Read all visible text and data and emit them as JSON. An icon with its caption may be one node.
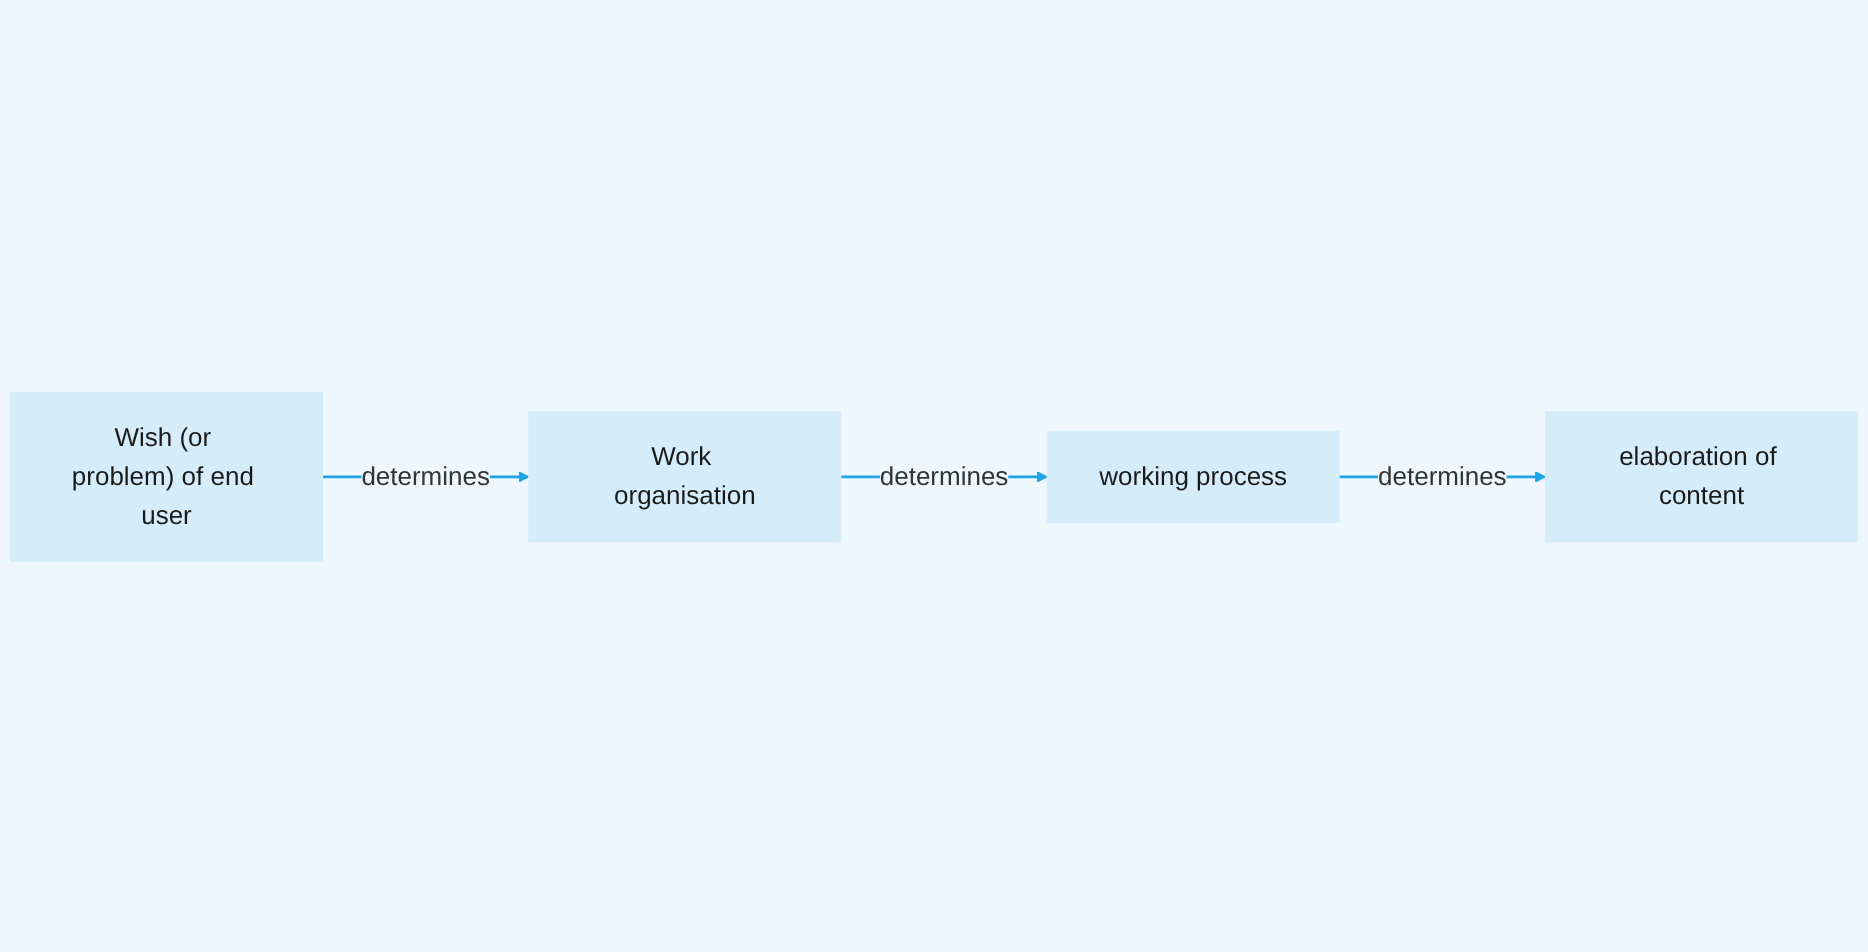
{
  "diagram": {
    "nodes": [
      {
        "text": [
          "Wish (or problem) of end user"
        ]
      },
      {
        "text": [
          "Work organisation"
        ]
      },
      {
        "text": [
          "working process"
        ]
      },
      {
        "text": [
          "elaboration of content"
        ]
      }
    ],
    "edges": [
      {
        "from": 0,
        "to": 1,
        "arrow": "to",
        "label": "determines"
      },
      {
        "from": 1,
        "to": 2,
        "arrow": "to",
        "label": "determines"
      },
      {
        "from": 2,
        "to": 3,
        "arrow": "to",
        "label": "determines"
      }
    ]
  }
}
